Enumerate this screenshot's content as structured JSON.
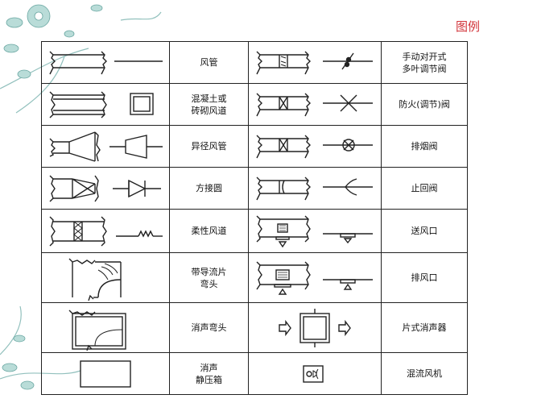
{
  "title": "图例",
  "colors": {
    "title": "#d2343a",
    "line": "#222222",
    "decor": "#7fb6b2"
  },
  "rows": [
    {
      "left": {
        "icon": "duct-icon",
        "line1": "风管",
        "line2": ""
      },
      "right": {
        "icon": "manual-opposed-blade-damper-icon",
        "line1": "手动对开式",
        "line2": "多叶调节阀"
      }
    },
    {
      "left": {
        "icon": "concrete-brick-duct-icon",
        "line1": "混凝土或",
        "line2": "砖砌风道"
      },
      "right": {
        "icon": "fire-damper-icon",
        "line1": "防火(调节)阀",
        "line2": ""
      }
    },
    {
      "left": {
        "icon": "reducer-duct-icon",
        "line1": "异径风管",
        "line2": ""
      },
      "right": {
        "icon": "smoke-exhaust-valve-icon",
        "line1": "排烟阀",
        "line2": ""
      }
    },
    {
      "left": {
        "icon": "square-to-round-icon",
        "line1": "方接圆",
        "line2": ""
      },
      "right": {
        "icon": "check-valve-icon",
        "line1": "止回阀",
        "line2": ""
      }
    },
    {
      "left": {
        "icon": "flexible-duct-icon",
        "line1": "柔性风道",
        "line2": ""
      },
      "right": {
        "icon": "supply-air-outlet-icon",
        "line1": "送风口",
        "line2": ""
      }
    },
    {
      "left": {
        "icon": "elbow-with-vanes-icon",
        "line1": "带导流片",
        "line2": "弯头"
      },
      "right": {
        "icon": "exhaust-air-outlet-icon",
        "line1": "排风口",
        "line2": ""
      }
    },
    {
      "left": {
        "icon": "silencer-elbow-icon",
        "line1": "消声弯头",
        "line2": ""
      },
      "right": {
        "icon": "plate-silencer-icon",
        "line1": "片式消声器",
        "line2": ""
      }
    },
    {
      "left": {
        "icon": "silencer-plenum-icon",
        "line1": "消声",
        "line2": "静压箱"
      },
      "right": {
        "icon": "mixed-flow-fan-icon",
        "line1": "混流风机",
        "line2": ""
      }
    }
  ]
}
